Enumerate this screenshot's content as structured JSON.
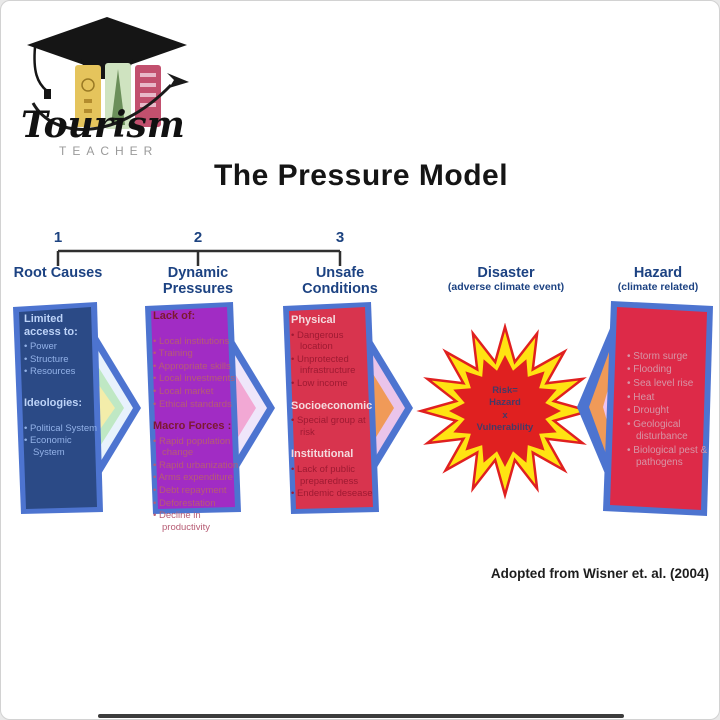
{
  "logo": {
    "brand": "Tourism",
    "sub": "TEACHER"
  },
  "title": "The Pressure Model",
  "sequence": {
    "numbers": [
      "1",
      "2",
      "3"
    ]
  },
  "headers": {
    "root": "Root Causes",
    "dynamic": "Dynamic Pressures",
    "unsafe": "Unsafe Conditions",
    "disaster": "Disaster",
    "disaster_sub": "(adverse climate event)",
    "hazard": "Hazard",
    "hazard_sub": "(climate related)"
  },
  "boxes": {
    "root": {
      "sections": [
        {
          "heading": "Limited access to:",
          "items": [
            "Power",
            "Structure",
            "Resources"
          ]
        },
        {
          "heading": "Ideologies:",
          "items": [
            "Political System",
            "Economic System"
          ]
        }
      ]
    },
    "dynamic": {
      "sections": [
        {
          "heading": "Lack of:",
          "items": [
            "Local institutions",
            "Training",
            "Appropriate skills",
            "Local investments",
            "Local market",
            "Ethical standards"
          ]
        },
        {
          "heading": "Macro Forces :",
          "items": [
            "Rapid population change",
            "Rapid urbanization",
            "Arms expenditure",
            "Debt repayment",
            "Deforestation",
            "Decline in productivity"
          ]
        }
      ]
    },
    "unsafe": {
      "sections": [
        {
          "heading": "Physical",
          "items": [
            "Dangerous location",
            "Unprotected infrastructure",
            "Low income"
          ]
        },
        {
          "heading": "Socioeconomic",
          "items": [
            "Special group at risk"
          ]
        },
        {
          "heading": "Institutional",
          "items": [
            "Lack of public preparedness",
            "Endemic desease"
          ]
        }
      ]
    },
    "hazard": {
      "items": [
        "Storm surge",
        "Flooding",
        "Sea level rise",
        "Heat",
        "Drought",
        "Geological disturbance",
        "Biological pest & pathogens"
      ]
    }
  },
  "star": {
    "lines": [
      "Risk=",
      "Hazard",
      "x",
      "Vulnerability"
    ]
  },
  "attribution": "Adopted from Wisner et. al. (2004)",
  "palette": {
    "header_navy": "#1c4282",
    "root_box_fill": "#2b4a86",
    "dynamic_box_fill": "#a12cc4",
    "unsafe_box_fill": "#d8344e",
    "hazard_box_fill": "#dd2a48",
    "box_border_blue": "#4d74d0",
    "chevron_mint": "#bfe8c4",
    "chevron_yellow": "#f3edaa",
    "chevron_pink": "#f2a8d4",
    "chevron_orange": "#f09a58",
    "star_yellow": "#ffe312",
    "star_red": "#e02020"
  }
}
